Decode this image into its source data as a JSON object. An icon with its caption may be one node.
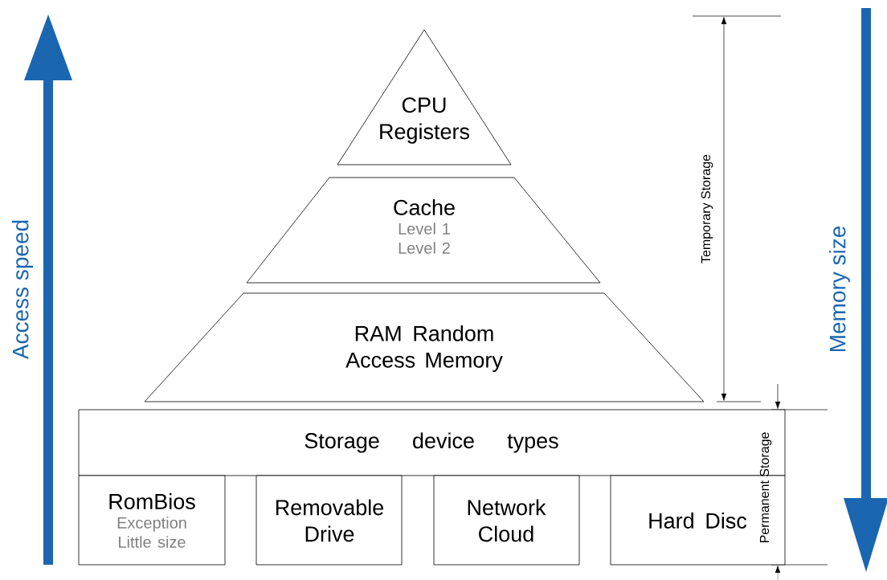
{
  "diagram": {
    "nodes": [
      {
        "text": [
          "CPU Registers"
        ]
      },
      {
        "text": [
          "Cache",
          "Level 1 Level 2"
        ]
      },
      {
        "text": [
          "RAM Random Access Memory"
        ]
      },
      {
        "text": [
          "Storage device types"
        ]
      },
      {
        "text": [
          "RomBios",
          "Exception Little size"
        ]
      },
      {
        "text": [
          "Removable Drive"
        ]
      },
      {
        "text": [
          "Network Cloud"
        ]
      },
      {
        "text": [
          "Hard Disc"
        ]
      }
    ],
    "labels": [
      "Access speed",
      "Temporary Storage",
      "Permanent Storage",
      "Memory size"
    ]
  }
}
